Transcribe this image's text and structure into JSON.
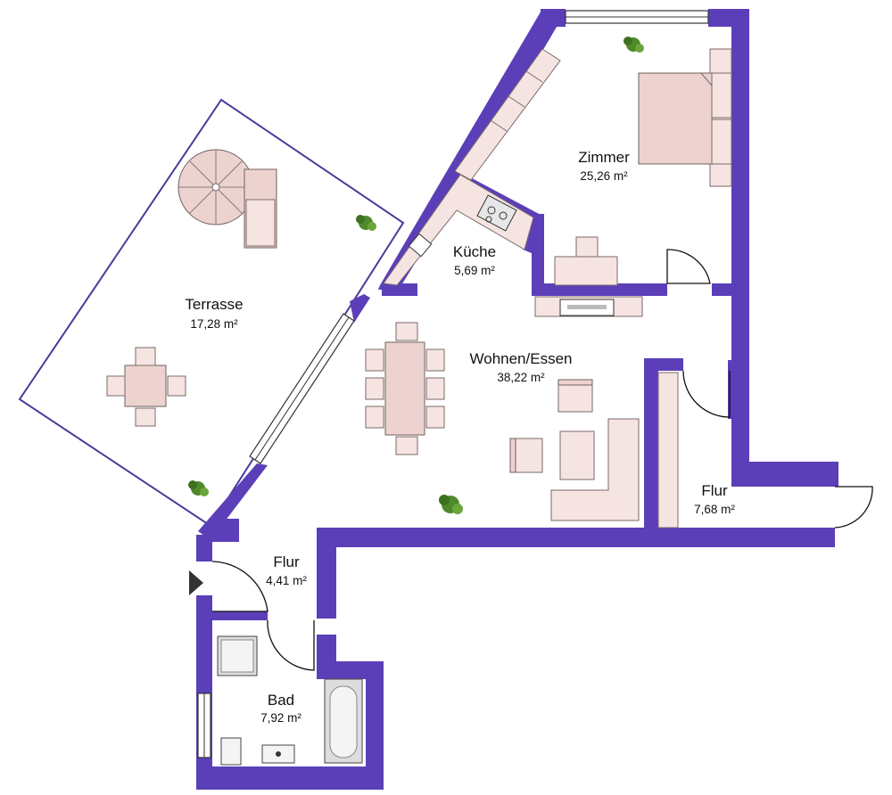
{
  "rooms": {
    "terrasse": {
      "name": "Terrasse",
      "area": "17,28 m²"
    },
    "zimmer": {
      "name": "Zimmer",
      "area": "25,26 m²"
    },
    "kueche": {
      "name": "Küche",
      "area": "5,69 m²"
    },
    "wohnen": {
      "name": "Wohnen/Essen",
      "area": "38,22 m²"
    },
    "flur_right": {
      "name": "Flur",
      "area": "7,68 m²"
    },
    "flur_left": {
      "name": "Flur",
      "area": "4,41 m²"
    },
    "bad": {
      "name": "Bad",
      "area": "7,92 m²"
    }
  },
  "colors": {
    "wall": "#5b3fb8",
    "furniture": "#f6e4e2",
    "plant": "#4f8a2a"
  }
}
